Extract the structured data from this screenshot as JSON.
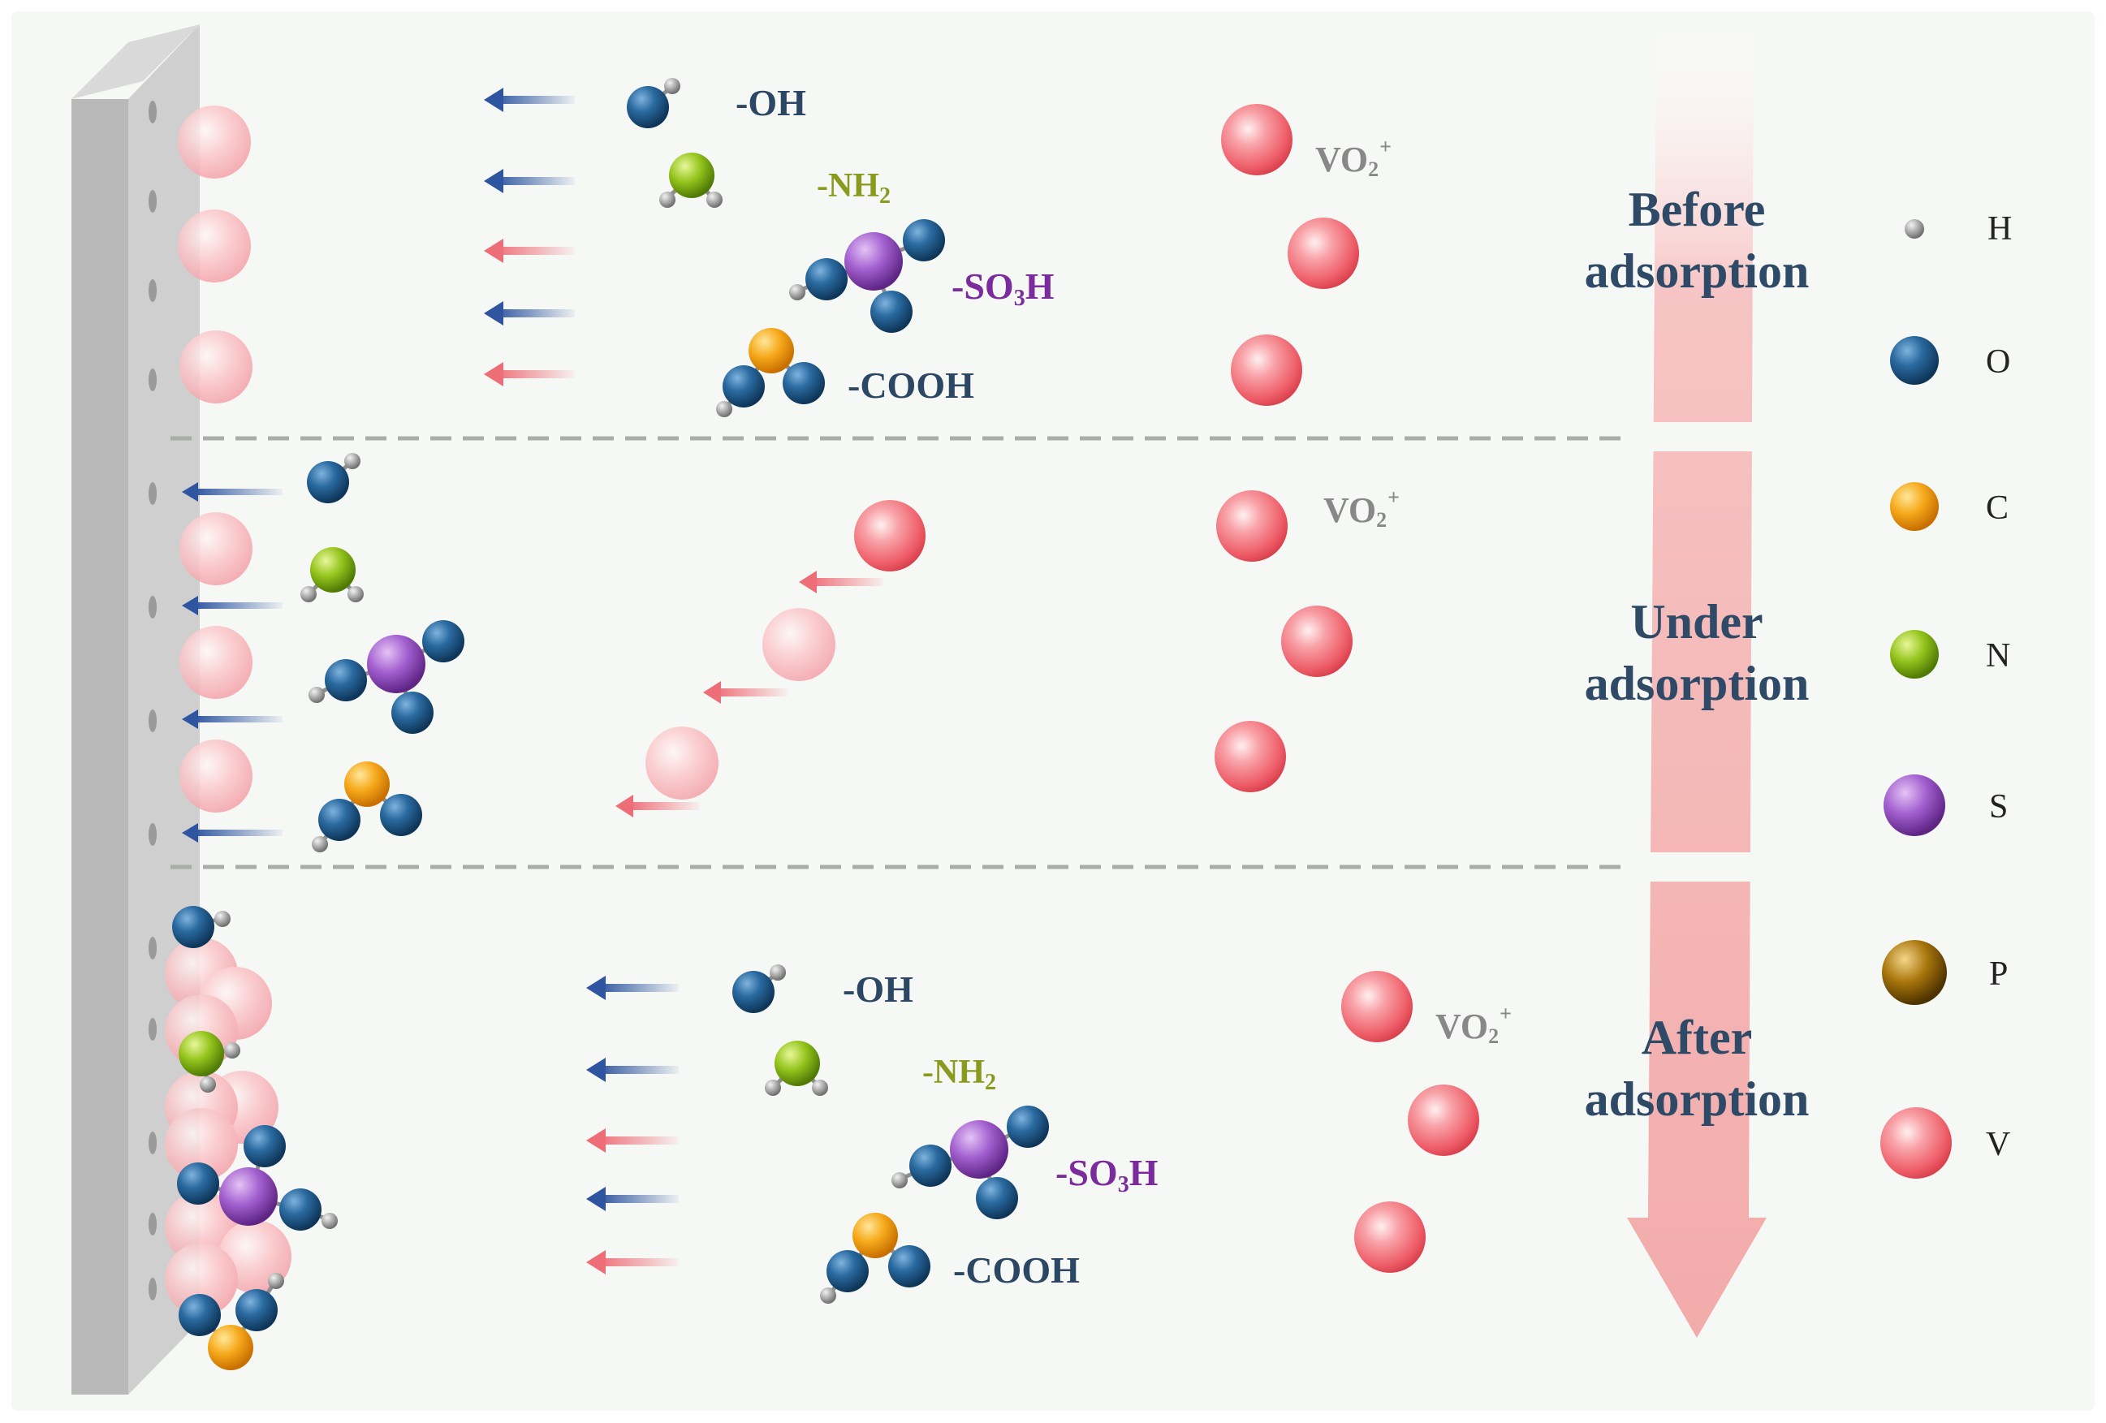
{
  "stages": [
    {
      "line1": "Before",
      "line2": "adsorption"
    },
    {
      "line1": "Under",
      "line2": "adsorption"
    },
    {
      "line1": "After",
      "line2": "adsorption"
    }
  ],
  "groups": {
    "oh": "-OH",
    "nh2_base": "-NH",
    "nh2_sub": "2",
    "so3h_pre": "-SO",
    "so3h_sub": "3",
    "so3h_post": "H",
    "cooh": "-COOH"
  },
  "ion": {
    "base": "VO",
    "sub": "2",
    "sup": "+"
  },
  "legend": [
    {
      "symbol": "H",
      "color": "#9e9e9e"
    },
    {
      "symbol": "O",
      "color": "#1f5a8a"
    },
    {
      "symbol": "C",
      "color": "#f5a81a"
    },
    {
      "symbol": "N",
      "color": "#8fbf1a"
    },
    {
      "symbol": "S",
      "color": "#9b59c6"
    },
    {
      "symbol": "P",
      "color": "#9a6a0a"
    },
    {
      "symbol": "V",
      "color": "#f06a74"
    }
  ],
  "colors": {
    "oxygen": "#1f5a8a",
    "hydrogen": "#9e9e9e",
    "carbon": "#f5a81a",
    "nitrogen": "#8fbf1a",
    "sulfur": "#9b59c6",
    "phosphorus": "#9a6a0a",
    "vanadium": "#f06a74",
    "arrow_blue": "#3a5fa8",
    "arrow_red": "#f07c84",
    "wall": "#bdbdbd"
  }
}
